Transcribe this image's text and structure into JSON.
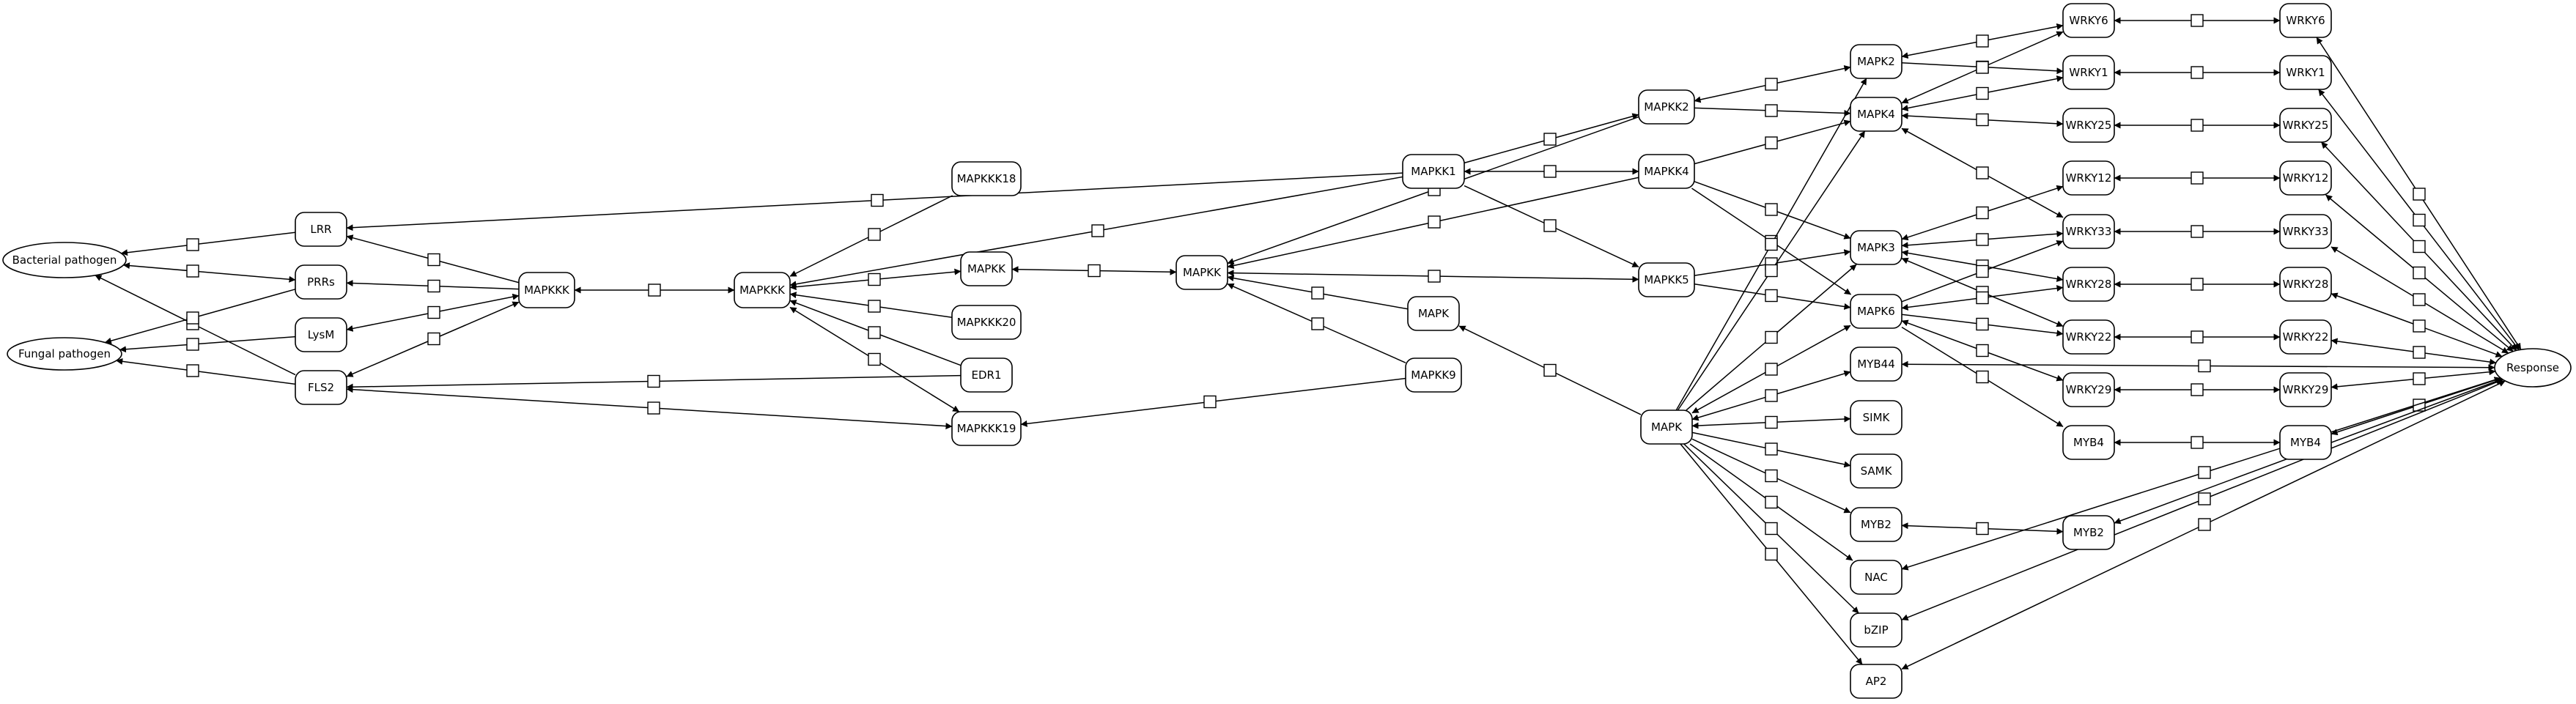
{
  "diagram": {
    "nodes": [
      {
        "id": "bacterial",
        "label": "Bacterial pathogen",
        "shape": "ellipse"
      },
      {
        "id": "fungal",
        "label": "Fungal pathogen",
        "shape": "ellipse"
      },
      {
        "id": "lrr",
        "label": "LRR"
      },
      {
        "id": "prrs",
        "label": "PRRs"
      },
      {
        "id": "lysm",
        "label": "LysM"
      },
      {
        "id": "fls2",
        "label": "FLS2"
      },
      {
        "id": "mapkkk_a",
        "label": "MAPKKK"
      },
      {
        "id": "mapkkk_b",
        "label": "MAPKKK"
      },
      {
        "id": "mapkkk18",
        "label": "MAPKKK18"
      },
      {
        "id": "mapkk_a",
        "label": "MAPKK"
      },
      {
        "id": "mapkkk20",
        "label": "MAPKKK20"
      },
      {
        "id": "edr1",
        "label": "EDR1"
      },
      {
        "id": "mapkkk19",
        "label": "MAPKKK19"
      },
      {
        "id": "mapkk_b",
        "label": "MAPKK"
      },
      {
        "id": "mapk_a",
        "label": "MAPK"
      },
      {
        "id": "mapkk9",
        "label": "MAPKK9"
      },
      {
        "id": "mapkk1",
        "label": "MAPKK1"
      },
      {
        "id": "mapkk2",
        "label": "MAPKK2"
      },
      {
        "id": "mapkk4",
        "label": "MAPKK4"
      },
      {
        "id": "mapkk5",
        "label": "MAPKK5"
      },
      {
        "id": "mapk_b",
        "label": "MAPK"
      },
      {
        "id": "mapk2",
        "label": "MAPK2"
      },
      {
        "id": "mapk4",
        "label": "MAPK4"
      },
      {
        "id": "mapk3",
        "label": "MAPK3"
      },
      {
        "id": "mapk6",
        "label": "MAPK6"
      },
      {
        "id": "myb44",
        "label": "MYB44"
      },
      {
        "id": "simk",
        "label": "SIMK"
      },
      {
        "id": "samk",
        "label": "SAMK"
      },
      {
        "id": "myb2_a",
        "label": "MYB2"
      },
      {
        "id": "nac",
        "label": "NAC"
      },
      {
        "id": "bzip",
        "label": "bZIP"
      },
      {
        "id": "ap2",
        "label": "AP2"
      },
      {
        "id": "wrky6_a",
        "label": "WRKY6"
      },
      {
        "id": "wrky1_a",
        "label": "WRKY1"
      },
      {
        "id": "wrky25_a",
        "label": "WRKY25"
      },
      {
        "id": "wrky12_a",
        "label": "WRKY12"
      },
      {
        "id": "wrky33_a",
        "label": "WRKY33"
      },
      {
        "id": "wrky28_a",
        "label": "WRKY28"
      },
      {
        "id": "wrky22_a",
        "label": "WRKY22"
      },
      {
        "id": "wrky29_a",
        "label": "WRKY29"
      },
      {
        "id": "myb4_a",
        "label": "MYB4"
      },
      {
        "id": "myb2_b",
        "label": "MYB2"
      },
      {
        "id": "wrky6_b",
        "label": "WRKY6"
      },
      {
        "id": "wrky1_b",
        "label": "WRKY1"
      },
      {
        "id": "wrky25_b",
        "label": "WRKY25"
      },
      {
        "id": "wrky12_b",
        "label": "WRKY12"
      },
      {
        "id": "wrky33_b",
        "label": "WRKY33"
      },
      {
        "id": "wrky28_b",
        "label": "WRKY28"
      },
      {
        "id": "wrky22_b",
        "label": "WRKY22"
      },
      {
        "id": "wrky29_b",
        "label": "WRKY29"
      },
      {
        "id": "myb4_b",
        "label": "MYB4"
      },
      {
        "id": "response",
        "label": "Response",
        "shape": "ellipse"
      }
    ],
    "edges": [
      {
        "from": "lrr",
        "to": "bacterial",
        "dir": "forward"
      },
      {
        "from": "prrs",
        "to": "bacterial",
        "dir": "both"
      },
      {
        "from": "fls2",
        "to": "bacterial",
        "dir": "forward"
      },
      {
        "from": "lysm",
        "to": "fungal",
        "dir": "forward"
      },
      {
        "from": "prrs",
        "to": "fungal",
        "dir": "forward"
      },
      {
        "from": "fls2",
        "to": "fungal",
        "dir": "forward"
      },
      {
        "from": "mapkkk_a",
        "to": "lrr",
        "dir": "forward"
      },
      {
        "from": "mapkkk_a",
        "to": "prrs",
        "dir": "forward"
      },
      {
        "from": "lysm",
        "to": "mapkkk_a",
        "dir": "both"
      },
      {
        "from": "fls2",
        "to": "mapkkk_a",
        "dir": "both"
      },
      {
        "from": "mapkk1",
        "to": "lrr",
        "dir": "forward"
      },
      {
        "from": "mapkkk_a",
        "to": "mapkkk_b",
        "dir": "both"
      },
      {
        "from": "mapkkk18",
        "to": "mapkkk_b",
        "dir": "forward"
      },
      {
        "from": "mapkk_a",
        "to": "mapkkk_b",
        "dir": "both"
      },
      {
        "from": "mapkkk20",
        "to": "mapkkk_b",
        "dir": "forward"
      },
      {
        "from": "edr1",
        "to": "mapkkk_b",
        "dir": "forward"
      },
      {
        "from": "mapkkk19",
        "to": "mapkkk_b",
        "dir": "both"
      },
      {
        "from": "mapkk1",
        "to": "mapkkk_b",
        "dir": "forward"
      },
      {
        "from": "edr1",
        "to": "fls2",
        "dir": "forward"
      },
      {
        "from": "mapkkk19",
        "to": "fls2",
        "dir": "both"
      },
      {
        "from": "mapkk9",
        "to": "mapkkk19",
        "dir": "forward"
      },
      {
        "from": "mapkk_a",
        "to": "mapkk_b",
        "dir": "both"
      },
      {
        "from": "mapk_a",
        "to": "mapkk_b",
        "dir": "forward"
      },
      {
        "from": "mapkk9",
        "to": "mapkk_b",
        "dir": "forward"
      },
      {
        "from": "mapkk2",
        "to": "mapkk_b",
        "dir": "forward"
      },
      {
        "from": "mapkk4",
        "to": "mapkk_b",
        "dir": "forward"
      },
      {
        "from": "mapkk5",
        "to": "mapkk_b",
        "dir": "both"
      },
      {
        "from": "mapk_b",
        "to": "mapk_a",
        "dir": "forward"
      },
      {
        "from": "mapkk1",
        "to": "mapkk2",
        "dir": "forward"
      },
      {
        "from": "mapkk1",
        "to": "mapkk4",
        "dir": "both"
      },
      {
        "from": "mapkk1",
        "to": "mapkk5",
        "dir": "forward"
      },
      {
        "from": "mapkk2",
        "to": "mapk2",
        "dir": "both"
      },
      {
        "from": "mapkk2",
        "to": "mapk4",
        "dir": "forward"
      },
      {
        "from": "mapkk4",
        "to": "mapk4",
        "dir": "forward"
      },
      {
        "from": "mapkk4",
        "to": "mapk3",
        "dir": "forward"
      },
      {
        "from": "mapkk4",
        "to": "mapk6",
        "dir": "forward"
      },
      {
        "from": "mapkk5",
        "to": "mapk3",
        "dir": "forward"
      },
      {
        "from": "mapkk5",
        "to": "mapk6",
        "dir": "forward"
      },
      {
        "from": "mapk_b",
        "to": "mapk2",
        "dir": "forward"
      },
      {
        "from": "mapk_b",
        "to": "mapk4",
        "dir": "forward"
      },
      {
        "from": "mapk_b",
        "to": "mapk3",
        "dir": "forward"
      },
      {
        "from": "mapk_b",
        "to": "mapk6",
        "dir": "both"
      },
      {
        "from": "mapk_b",
        "to": "myb44",
        "dir": "both"
      },
      {
        "from": "mapk_b",
        "to": "simk",
        "dir": "both"
      },
      {
        "from": "mapk_b",
        "to": "samk",
        "dir": "forward"
      },
      {
        "from": "mapk_b",
        "to": "myb2_a",
        "dir": "forward"
      },
      {
        "from": "mapk_b",
        "to": "nac",
        "dir": "forward"
      },
      {
        "from": "mapk_b",
        "to": "bzip",
        "dir": "forward"
      },
      {
        "from": "mapk_b",
        "to": "ap2",
        "dir": "forward"
      },
      {
        "from": "mapk2",
        "to": "wrky6_a",
        "dir": "both"
      },
      {
        "from": "mapk2",
        "to": "wrky1_a",
        "dir": "forward"
      },
      {
        "from": "mapk4",
        "to": "wrky6_a",
        "dir": "both"
      },
      {
        "from": "mapk4",
        "to": "wrky1_a",
        "dir": "both"
      },
      {
        "from": "mapk4",
        "to": "wrky25_a",
        "dir": "both"
      },
      {
        "from": "mapk4",
        "to": "wrky33_a",
        "dir": "both"
      },
      {
        "from": "mapk3",
        "to": "wrky12_a",
        "dir": "both"
      },
      {
        "from": "mapk3",
        "to": "wrky33_a",
        "dir": "both"
      },
      {
        "from": "mapk3",
        "to": "wrky28_a",
        "dir": "both"
      },
      {
        "from": "mapk3",
        "to": "wrky22_a",
        "dir": "both"
      },
      {
        "from": "mapk6",
        "to": "wrky28_a",
        "dir": "both"
      },
      {
        "from": "mapk6",
        "to": "wrky22_a",
        "dir": "forward"
      },
      {
        "from": "mapk6",
        "to": "wrky29_a",
        "dir": "both"
      },
      {
        "from": "mapk6",
        "to": "wrky33_a",
        "dir": "forward"
      },
      {
        "from": "mapk6",
        "to": "myb4_a",
        "dir": "forward"
      },
      {
        "from": "wrky6_a",
        "to": "wrky6_b",
        "dir": "both"
      },
      {
        "from": "wrky1_a",
        "to": "wrky1_b",
        "dir": "both"
      },
      {
        "from": "wrky25_a",
        "to": "wrky25_b",
        "dir": "both"
      },
      {
        "from": "wrky12_a",
        "to": "wrky12_b",
        "dir": "both"
      },
      {
        "from": "wrky33_a",
        "to": "wrky33_b",
        "dir": "both"
      },
      {
        "from": "wrky28_a",
        "to": "wrky28_b",
        "dir": "both"
      },
      {
        "from": "wrky22_a",
        "to": "wrky22_b",
        "dir": "both"
      },
      {
        "from": "wrky29_a",
        "to": "wrky29_b",
        "dir": "both"
      },
      {
        "from": "myb4_a",
        "to": "myb4_b",
        "dir": "both"
      },
      {
        "from": "myb2_a",
        "to": "myb2_b",
        "dir": "both"
      },
      {
        "from": "wrky6_b",
        "to": "response",
        "dir": "both"
      },
      {
        "from": "wrky1_b",
        "to": "response",
        "dir": "both"
      },
      {
        "from": "wrky25_b",
        "to": "response",
        "dir": "both"
      },
      {
        "from": "wrky12_b",
        "to": "response",
        "dir": "both"
      },
      {
        "from": "wrky33_b",
        "to": "response",
        "dir": "both"
      },
      {
        "from": "wrky28_b",
        "to": "response",
        "dir": "both"
      },
      {
        "from": "wrky22_b",
        "to": "response",
        "dir": "both"
      },
      {
        "from": "wrky29_b",
        "to": "response",
        "dir": "both"
      },
      {
        "from": "myb4_b",
        "to": "response",
        "dir": "both"
      },
      {
        "from": "myb2_b",
        "to": "response",
        "dir": "both"
      },
      {
        "from": "myb44",
        "to": "response",
        "dir": "both"
      },
      {
        "from": "nac",
        "to": "response",
        "dir": "both"
      },
      {
        "from": "bzip",
        "to": "response",
        "dir": "both"
      },
      {
        "from": "ap2",
        "to": "response",
        "dir": "both"
      }
    ]
  }
}
